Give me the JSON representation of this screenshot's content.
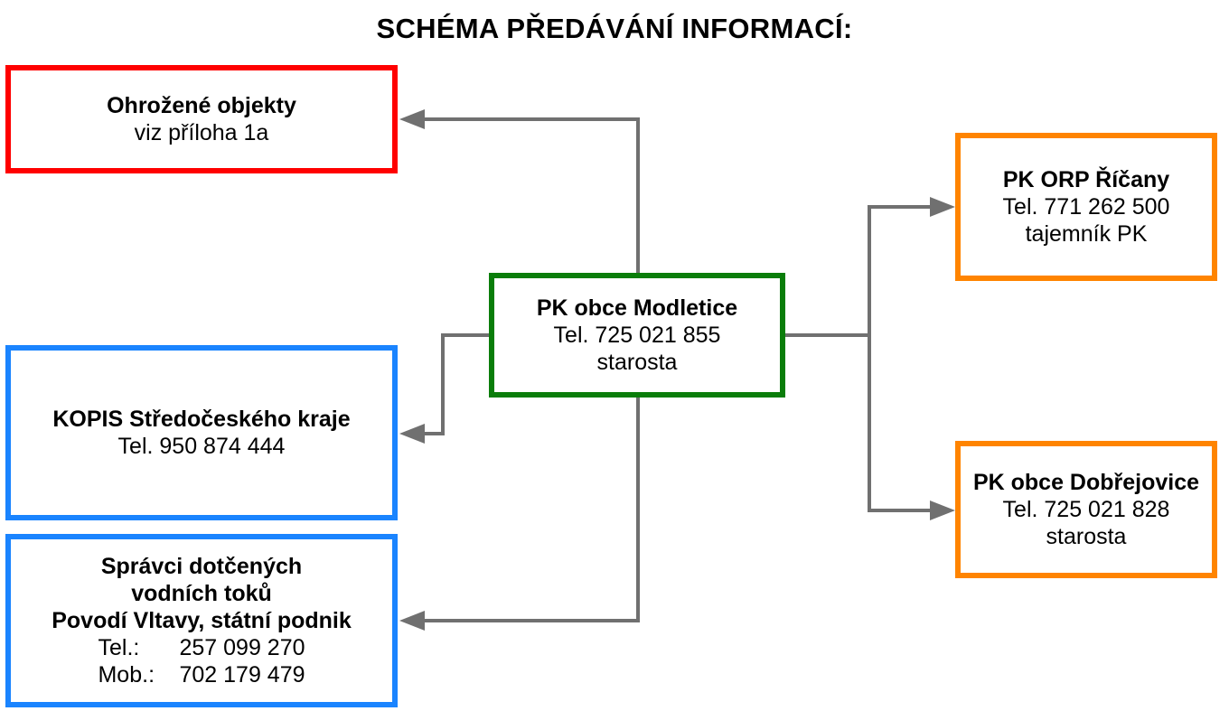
{
  "title": "SCHÉMA PŘEDÁVÁNÍ INFORMACÍ:",
  "colors": {
    "ohrozene": "#ff0000",
    "kopis": "#1a84ff",
    "spravci": "#1a84ff",
    "center": "#0a7d0a",
    "orp": "#ff8400",
    "dobrejovice": "#ff8400",
    "arrow": "#707070"
  },
  "nodes": {
    "ohrozene": {
      "name": "Ohrožené objekty",
      "detail": "viz příloha 1a"
    },
    "kopis": {
      "name": "KOPIS Středočeského kraje",
      "tel": "Tel. 950 874 444"
    },
    "spravci": {
      "name_line1": "Správci dotčených",
      "name_line2": "vodních toků",
      "name_line3": "Povodí Vltavy, státní podnik",
      "tel_label": "Tel.:",
      "tel_value": "257 099 270",
      "mob_label": "Mob.:",
      "mob_value": "702 179 479"
    },
    "center": {
      "name": "PK obce Modletice",
      "tel": "Tel. 725 021 855",
      "role": "starosta"
    },
    "orp": {
      "name": "PK ORP Říčany",
      "tel": "Tel. 771 262 500",
      "role": "tajemník PK"
    },
    "dobrejovice": {
      "name": "PK obce Dobřejovice",
      "tel": "Tel. 725 021 828",
      "role": "starosta"
    }
  },
  "edges": [
    {
      "from": "center",
      "to": "ohrozene"
    },
    {
      "from": "center",
      "to": "kopis"
    },
    {
      "from": "center",
      "to": "spravci"
    },
    {
      "from": "center",
      "to": "orp"
    },
    {
      "from": "center",
      "to": "dobrejovice"
    }
  ]
}
